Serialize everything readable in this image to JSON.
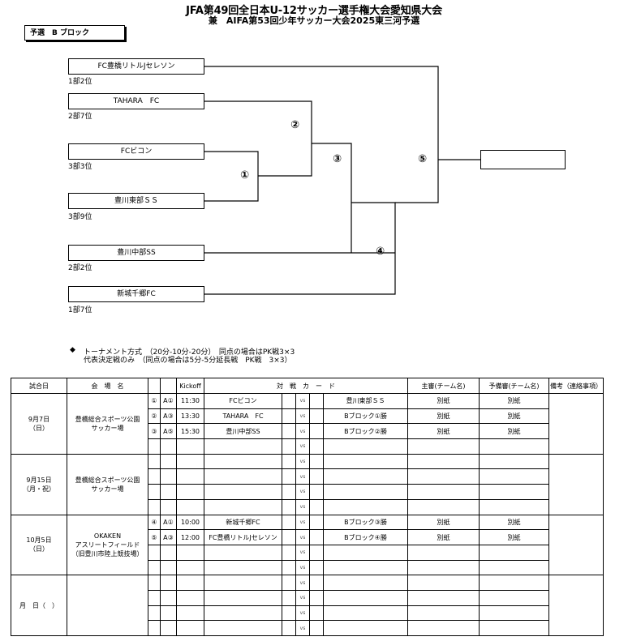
{
  "header": {
    "title": "JFA第49回全日本U-12サッカー選手権大会愛知県大会",
    "subtitle": "兼　AIFA第53回少年サッカー大会2025東三河予選",
    "block_label": "予選　B ブロック"
  },
  "bracket": {
    "teams": [
      {
        "name": "FC豊橋リトルJセレソン",
        "rank": "1部2位"
      },
      {
        "name": "TAHARA　FC",
        "rank": "2部7位"
      },
      {
        "name": "FCビコン",
        "rank": "3部3位"
      },
      {
        "name": "豊川東部ＳＳ",
        "rank": "3部9位"
      },
      {
        "name": "豊川中部SS",
        "rank": "2部2位"
      },
      {
        "name": "新城千郷FC",
        "rank": "1部7位"
      }
    ],
    "rounds": [
      "①",
      "②",
      "③",
      "④",
      "⑤"
    ],
    "winner": ""
  },
  "notes": {
    "bullet": "◆",
    "line1": "トーナメント方式　（20分-10分-20分）　同点の場合はPK戦3×3",
    "line2": "代表決定戦のみ　（同点の場合は5分-5分延長戦　PK戦　3×3）"
  },
  "schedule": {
    "headers": {
      "date": "試合日",
      "venue": "会　場　名",
      "kickoff": "Kickoff",
      "match_card": "対　戦　カ　ー　ド",
      "referee": "主審(チーム名)",
      "reserve_referee": "予備審(チーム名)",
      "remarks": "備考（連絡事項）"
    },
    "vs_label": "vs",
    "days": [
      {
        "date": "9月7日",
        "weekday": "（日）",
        "venue": "豊橋総合スポーツ公園\nサッカー場",
        "rows": [
          {
            "no": "①",
            "court": "A①",
            "kickoff": "11:30",
            "home": "FCビコン",
            "away": "豊川東部ＳＳ",
            "referee": "別紙",
            "reserve": "別紙"
          },
          {
            "no": "②",
            "court": "A③",
            "kickoff": "13:30",
            "home": "TAHARA　FC",
            "away": "Bブロック①勝",
            "referee": "別紙",
            "reserve": "別紙"
          },
          {
            "no": "③",
            "court": "A⑤",
            "kickoff": "15:30",
            "home": "豊川中部SS",
            "away": "Bブロック②勝",
            "referee": "別紙",
            "reserve": "別紙"
          },
          {
            "no": "",
            "court": "",
            "kickoff": "",
            "home": "",
            "away": "",
            "referee": "",
            "reserve": ""
          }
        ]
      },
      {
        "date": "9月15日",
        "weekday": "（月・祝）",
        "venue": "豊橋総合スポーツ公園\nサッカー場",
        "rows": [
          {
            "no": "",
            "court": "",
            "kickoff": "",
            "home": "",
            "away": "",
            "referee": "",
            "reserve": ""
          },
          {
            "no": "",
            "court": "",
            "kickoff": "",
            "home": "",
            "away": "",
            "referee": "",
            "reserve": ""
          },
          {
            "no": "",
            "court": "",
            "kickoff": "",
            "home": "",
            "away": "",
            "referee": "",
            "reserve": ""
          },
          {
            "no": "",
            "court": "",
            "kickoff": "",
            "home": "",
            "away": "",
            "referee": "",
            "reserve": ""
          }
        ]
      },
      {
        "date": "10月5日",
        "weekday": "（日）",
        "venue": "OKAKEN\nアスリートフィールド\n（旧豊川市陸上競技場）",
        "rows": [
          {
            "no": "④",
            "court": "A①",
            "kickoff": "10:00",
            "home": "新城千郷FC",
            "away": "Bブロック③勝",
            "referee": "別紙",
            "reserve": "別紙"
          },
          {
            "no": "⑤",
            "court": "A③",
            "kickoff": "12:00",
            "home": "FC豊橋リトルJセレソン",
            "away": "Bブロック④勝",
            "referee": "別紙",
            "reserve": "別紙"
          },
          {
            "no": "",
            "court": "",
            "kickoff": "",
            "home": "",
            "away": "",
            "referee": "",
            "reserve": ""
          },
          {
            "no": "",
            "court": "",
            "kickoff": "",
            "home": "",
            "away": "",
            "referee": "",
            "reserve": ""
          }
        ]
      },
      {
        "date": "月　日（　）",
        "weekday": "",
        "venue": "",
        "rows": [
          {
            "no": "",
            "court": "",
            "kickoff": "",
            "home": "",
            "away": "",
            "referee": "",
            "reserve": ""
          },
          {
            "no": "",
            "court": "",
            "kickoff": "",
            "home": "",
            "away": "",
            "referee": "",
            "reserve": ""
          },
          {
            "no": "",
            "court": "",
            "kickoff": "",
            "home": "",
            "away": "",
            "referee": "",
            "reserve": ""
          },
          {
            "no": "",
            "court": "",
            "kickoff": "",
            "home": "",
            "away": "",
            "referee": "",
            "reserve": ""
          }
        ]
      }
    ]
  }
}
